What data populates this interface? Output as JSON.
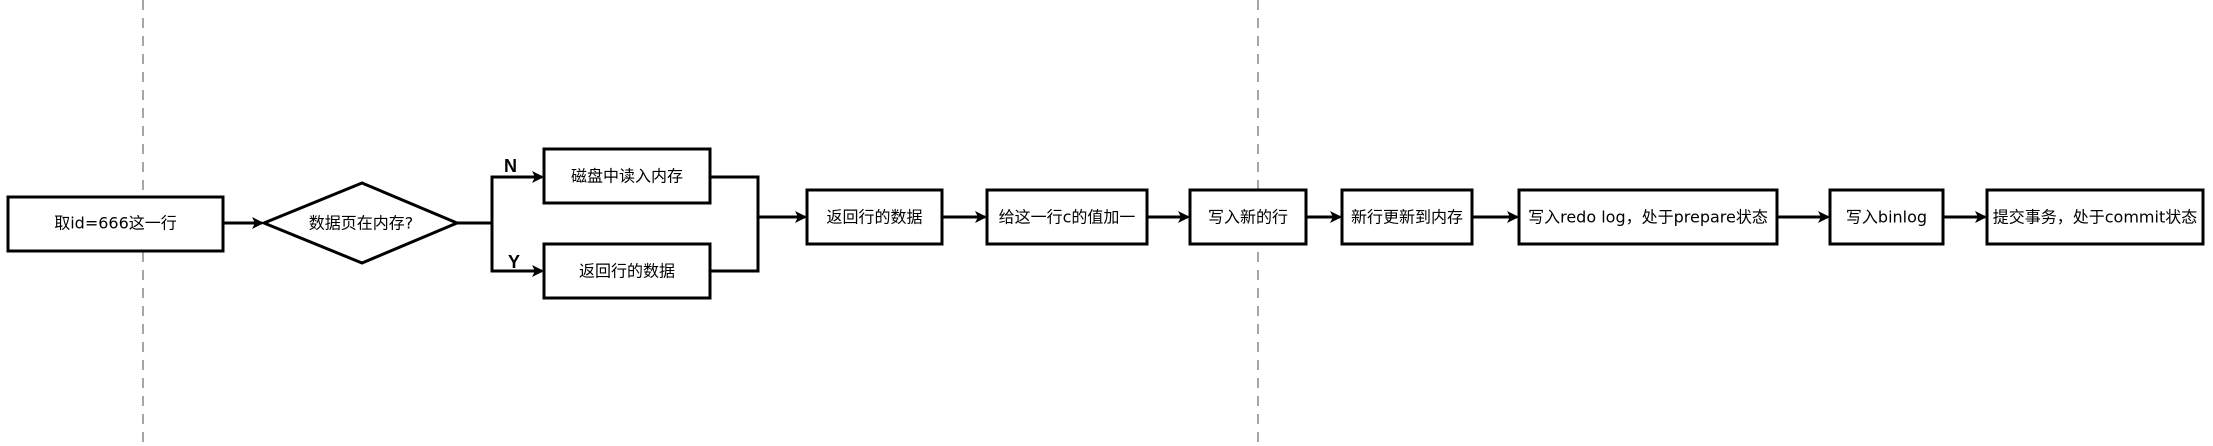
{
  "colors": {
    "stroke": "#000000",
    "fill": "#ffffff",
    "divider": "#a6a6a6"
  },
  "nodes": {
    "fetch_row": "取id=666这一行",
    "in_memory_question": "数据页在内存?",
    "read_from_disk": "磁盘中读入内存",
    "return_row_data_branch": "返回行的数据",
    "return_row_data": "返回行的数据",
    "add_one_to_c": "给这一行c的值加一",
    "write_new_row": "写入新的行",
    "update_row_in_memory": "新行更新到内存",
    "write_redo_log_prepare": "写入redo log，处于prepare状态",
    "write_binlog": "写入binlog",
    "commit_transaction": "提交事务，处于commit状态"
  },
  "branches": {
    "no": "N",
    "yes": "Y"
  }
}
